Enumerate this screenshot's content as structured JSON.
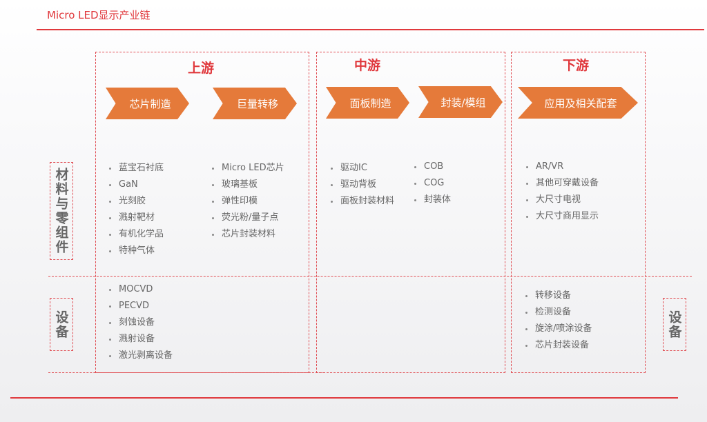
{
  "title": "Micro LED显示产业链",
  "columns": {
    "up": {
      "header": "上游",
      "steps": [
        "芯片制造",
        "巨量转移"
      ],
      "materials_a": [
        "蓝宝石衬底",
        "GaN",
        "光刻胶",
        "溅射靶材",
        "有机化学品",
        "特种气体"
      ],
      "materials_b": [
        "Micro LED芯片",
        "玻璃基板",
        "弹性印模",
        "荧光粉/量子点",
        "芯片封装材料"
      ],
      "equipment": [
        "MOCVD",
        "PECVD",
        "刻蚀设备",
        "溅射设备",
        "激光剥离设备"
      ]
    },
    "mid": {
      "header": "中游",
      "steps": [
        "面板制造",
        "封装/模组"
      ],
      "materials_a": [
        "驱动IC",
        "驱动背板",
        "面板封装材料"
      ],
      "materials_b": [
        "COB",
        "COG",
        "封装体"
      ]
    },
    "down": {
      "header": "下游",
      "steps": [
        "应用及相关配套"
      ],
      "materials_a": [
        "AR/VR",
        "其他可穿戴设备",
        "大尺寸电视",
        "大尺寸商用显示"
      ],
      "equipment": [
        "转移设备",
        "检测设备",
        "旋涂/喷涂设备",
        "芯片封装设备"
      ]
    }
  },
  "row_labels": {
    "materials": "材料与零组件",
    "equipment": "设备",
    "equipment_right": "设备"
  }
}
